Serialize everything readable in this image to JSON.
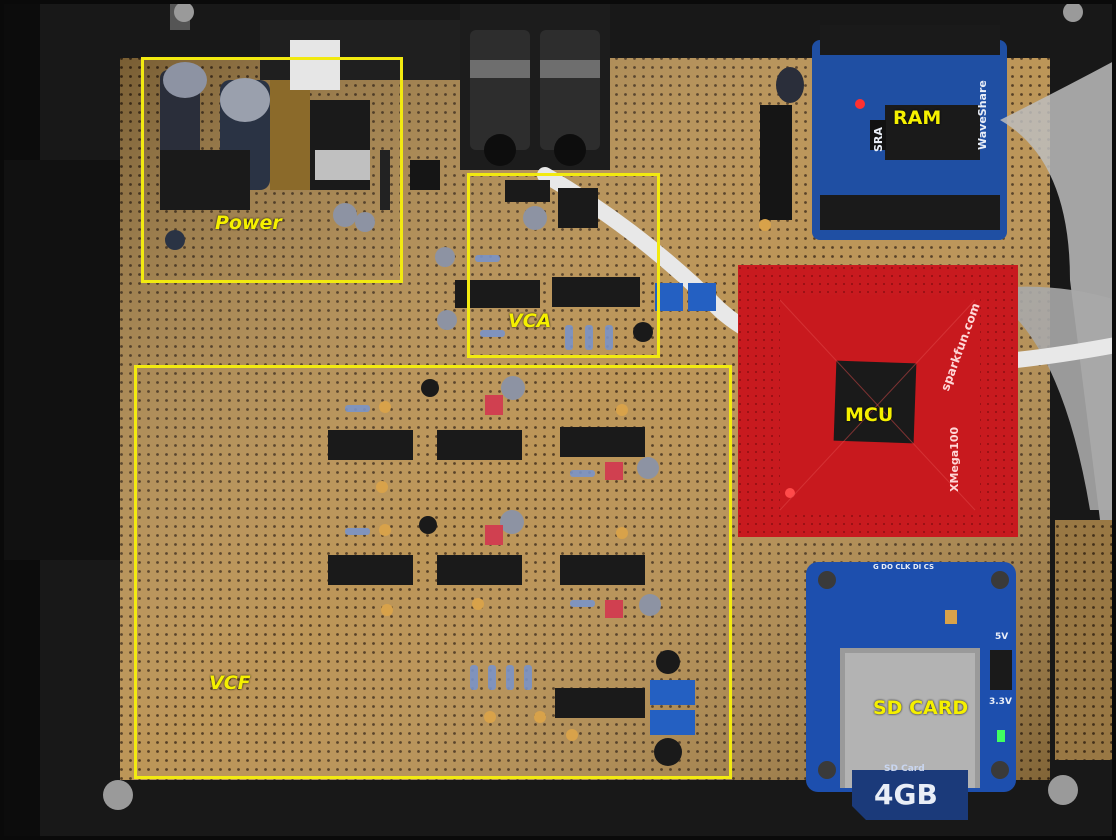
{
  "photo": {
    "labels": {
      "power": "Power",
      "vca": "VCA",
      "vcf": "VCF",
      "ram": "RAM",
      "mcu": "MCU",
      "sd_card": "SD CARD"
    },
    "sd_card_text": "4GB",
    "sd_card_small_text": "SD Card",
    "sd_pins_text": "G DO CLK DI CS",
    "sd_voltage_top": "5V",
    "sd_voltage_bottom": "3.3V",
    "ram_brand": "WaveShare",
    "ram_chip_text": "SRA",
    "mcu_brand": "sparkfun.com",
    "mcu_name": "XMega100",
    "colors": {
      "box_outline": "#f2ea10",
      "label_text": "#f5f000",
      "stripboard": "#b38a4c",
      "mcu_board": "#c8191e",
      "ram_board": "#1f4fa3",
      "sd_board": "#1d4fae"
    }
  }
}
